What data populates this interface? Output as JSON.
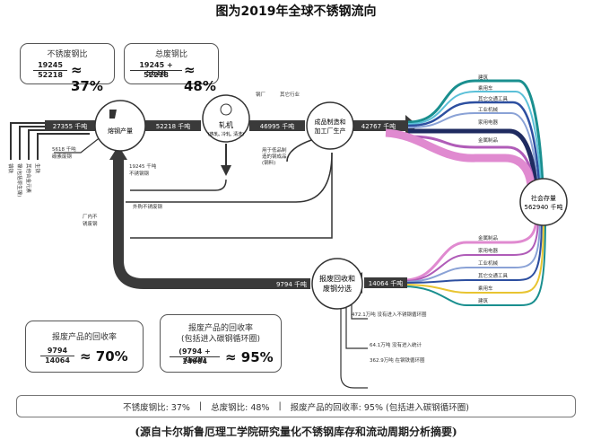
{
  "title": "图为2019年全球不锈钢流向",
  "cards": {
    "stainless_scrap": {
      "title": "不锈废钢比",
      "numerator": "19245",
      "denominator": "52218",
      "result": "≈ 37%"
    },
    "total_scrap": {
      "title": "总废钢比",
      "numerator": "19245 + 5618",
      "denominator": "52218",
      "result": "≈ 48%"
    },
    "recycling": {
      "title": "报废产品的回收率",
      "numerator": "9794",
      "denominator": "14064",
      "result": "≈ 70%"
    },
    "recycling_loop": {
      "title_line1": "报废产品的回收率",
      "title_line2": "(包括进入碳钢循环圈)",
      "numerator": "(9794 + 3629)",
      "denominator": "14064",
      "result": "≈ 95%"
    }
  },
  "nodes": {
    "melting": "熔钢产量",
    "rolling": "轧机",
    "rolling_sub": "(热轧, 冷轧, 清洗)",
    "fabrication_line1": "成品制造和",
    "fabrication_line2": "加工厂生产",
    "stock_line1": "社会存量",
    "stock_line2": "562940 千吨",
    "collection_line1": "报废回收和",
    "collection_line2": "废钢分选"
  },
  "inputs": [
    "铬铁",
    "镍(包括原生镍)",
    "其他合金元素",
    "生铁"
  ],
  "flows": {
    "input_total": "27355 千吨",
    "melt_output": "52218 千吨",
    "rolling_output": "46995 千吨",
    "fab_output": "42767 千吨",
    "scrap_return": "9794 千吨",
    "eol_collected": "14064 千吨",
    "carbon_scrap": "5618 千吨",
    "carbon_scrap_label": "碳素废钢",
    "stainless_scrap": "19245 千吨",
    "stainless_scrap_label": "不锈钢钢",
    "outside_label": "钢厂",
    "other_industry": "其它行业",
    "nonfab_line1": "用于低品制",
    "nonfab_line2": "造的钢成品",
    "nonfab_line3": "(钢料)",
    "mill_scrap": "外购不锈废钢",
    "prompt_scrap_line1": "厂内不",
    "prompt_scrap_line2": "锈废钢"
  },
  "sectors_in": [
    "建筑",
    "乘用车",
    "其它交通工具",
    "工业机械",
    "家用电器",
    "金属制品"
  ],
  "sectors_out": [
    "金属制品",
    "家用电器",
    "工业机械",
    "其它交通工具",
    "乘用车",
    "建筑"
  ],
  "losses": [
    "472.1万吨 没有进入不锈钢循环圈",
    "64.1万吨 没有进入统计",
    "362.9万吨 在钢铁循环圈"
  ],
  "summary": [
    "不锈废钢比: 37%",
    "|",
    "总废钢比: 48%",
    "|",
    "报废产品的回收率: 95% (包括进入碳钢循环圈)"
  ],
  "source": "(源自卡尔斯鲁厄理工学院研究量化不锈钢库存和流动周期分析摘要)",
  "colors": {
    "main_flow": "#3a3a3a",
    "construction": "#1a8f8f",
    "cars": "#5bc0d8",
    "transport": "#2d4fa0",
    "machinery": "#8aa2d6",
    "appliances": "#b05cb8",
    "metal_goods": "#e08ad0",
    "yellow": "#e8c431"
  }
}
